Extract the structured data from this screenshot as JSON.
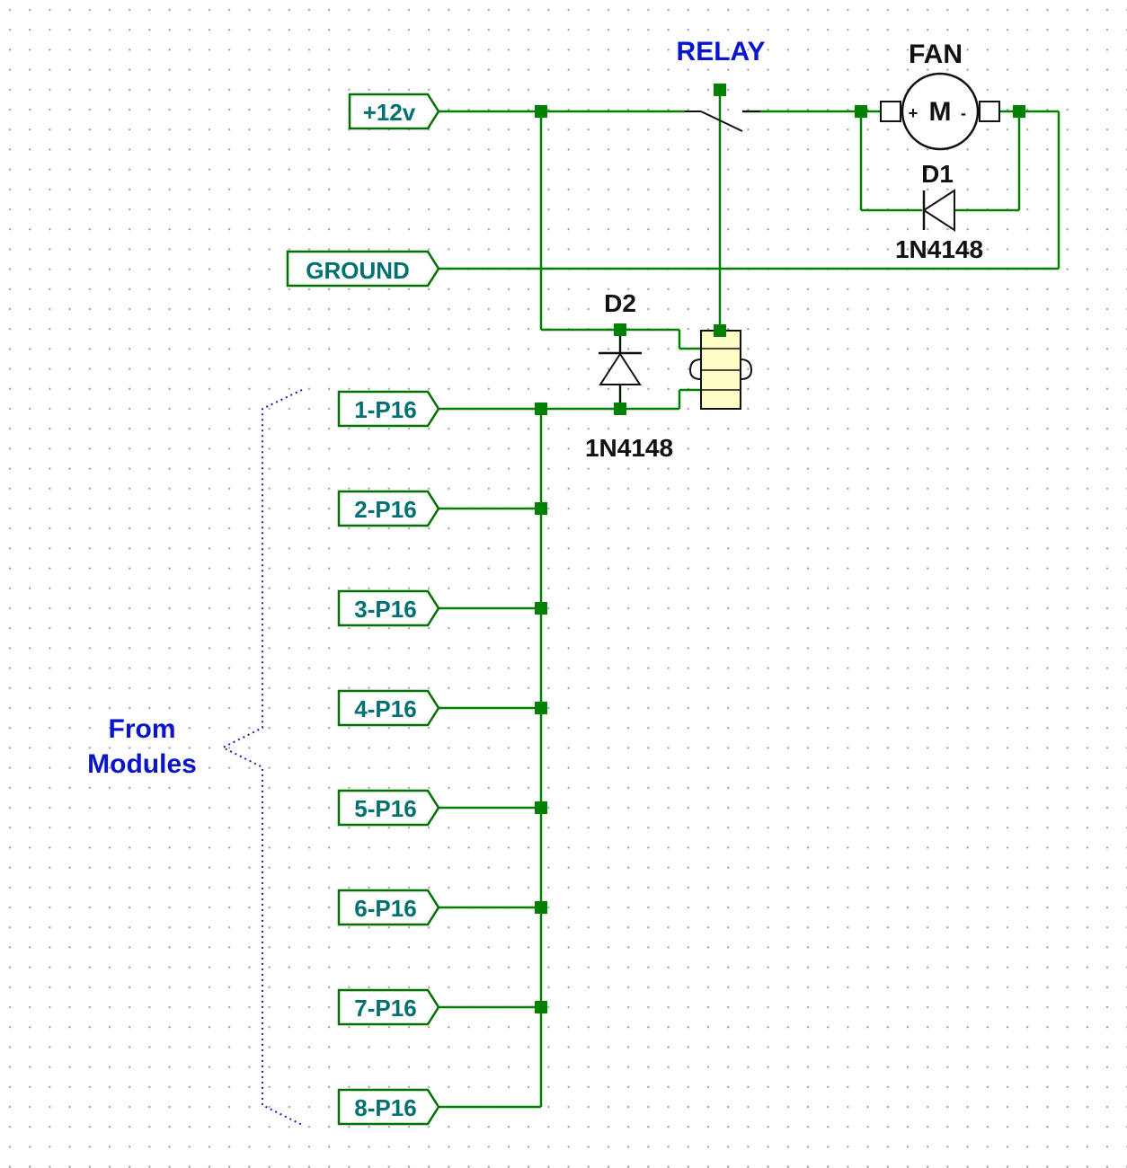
{
  "colors": {
    "wire": "#008000",
    "port_text": "#007070",
    "port_border": "#007000",
    "label_dark": "#111111",
    "label_blue": "#0a14c8",
    "relay_coil_fill": "#fdfdc8",
    "grid_dot": "#9a9a9a",
    "brace": "#1020b0"
  },
  "ports": {
    "power": "+12v",
    "ground": "GROUND",
    "modules": [
      "1-P16",
      "2-P16",
      "3-P16",
      "4-P16",
      "5-P16",
      "6-P16",
      "7-P16",
      "8-P16"
    ]
  },
  "components": {
    "relay": {
      "label": "RELAY"
    },
    "fan": {
      "label": "FAN",
      "symbol": "M",
      "plus": "+",
      "minus": "-"
    },
    "d1": {
      "ref": "D1",
      "part": "1N4148"
    },
    "d2": {
      "ref": "D2",
      "part": "1N4148"
    }
  },
  "annotation": {
    "line1": "From",
    "line2": "Modules"
  }
}
